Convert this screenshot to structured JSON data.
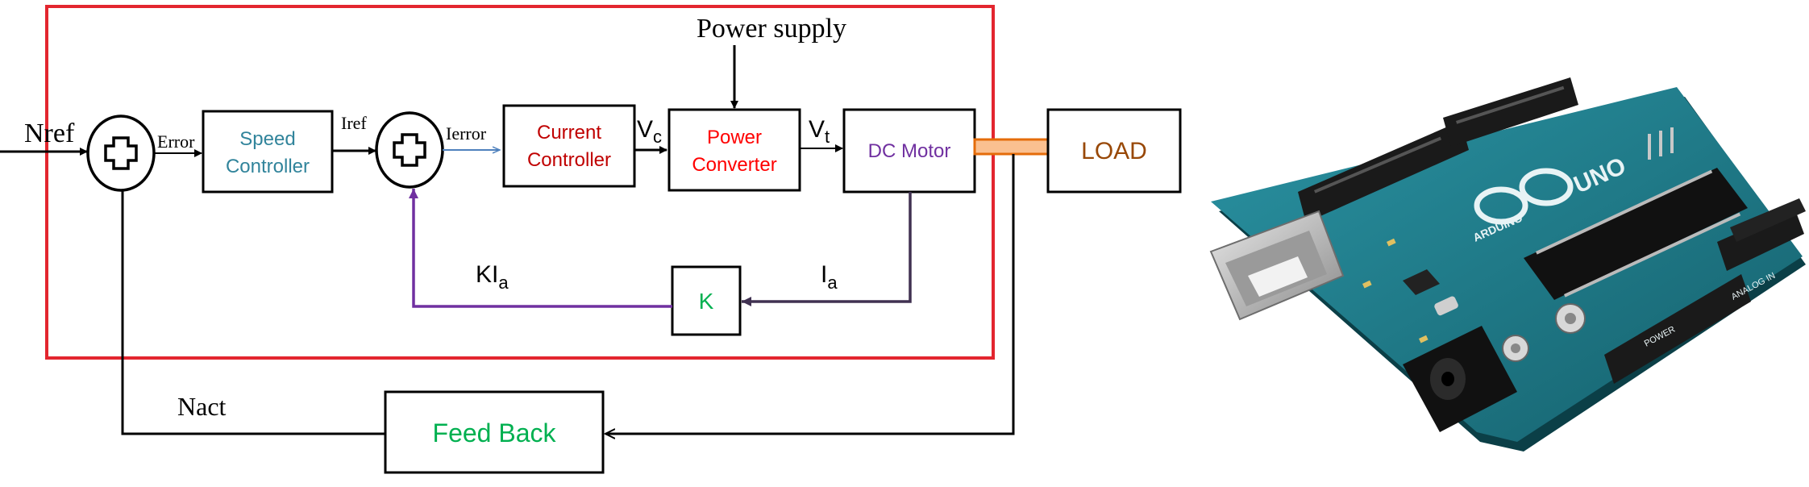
{
  "labels": {
    "power_supply": "Power supply",
    "nref": "Nref",
    "error": "Error",
    "iref": "Iref",
    "ierror": "Ierror",
    "vc_main": "V",
    "vc_sub": "c",
    "vt_main": "V",
    "vt_sub": "t",
    "kia_main": "KI",
    "kia_sub": "a",
    "ia_main": "I",
    "ia_sub": "a",
    "nact": "Nact"
  },
  "blocks": {
    "speed_controller": [
      "Speed",
      "Controller"
    ],
    "current_controller": [
      "Current",
      "Controller"
    ],
    "power_converter": [
      "Power",
      "Converter"
    ],
    "dc_motor": "DC Motor",
    "load": "LOAD",
    "k": "K",
    "feedback": "Feed Back"
  },
  "arduino": {
    "brand": "ARDUINO",
    "model": "UNO",
    "power_header": "POWER",
    "analog_header": "ANALOG IN"
  },
  "colors": {
    "frame": "#e3262f",
    "speed_text": "#31849b",
    "red_text": "#c00000",
    "converter_text": "#ff0000",
    "motor_text": "#7030a0",
    "load_text": "#984807",
    "green_text": "#00b050",
    "purple_line": "#7030a0",
    "dark_purple_line": "#403151",
    "blue_arrow": "#4f81bd",
    "coupling_fill": "#fac090",
    "coupling_stroke": "#e46c0a",
    "board": "#1f7b8a"
  }
}
